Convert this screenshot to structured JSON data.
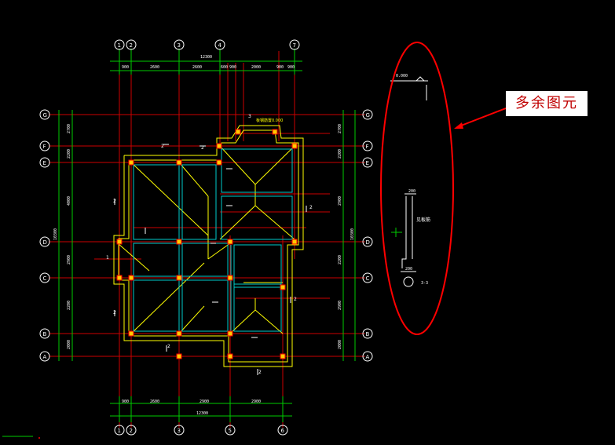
{
  "colors": {
    "axis": "#cc0000",
    "dim": "#00cc00",
    "wall": "#ffff00",
    "beam": "#00cccc",
    "slab": "#ffcc66",
    "annot": "#ff0000",
    "bg": "#000000"
  },
  "top_axes": [
    "1",
    "2",
    "3",
    "4",
    "7"
  ],
  "bottom_axes": [
    "1",
    "2",
    "3",
    "5",
    "6"
  ],
  "left_axes": [
    "G",
    "F",
    "E",
    "D",
    "C",
    "B",
    "A"
  ],
  "right_axes": [
    "G",
    "F",
    "E",
    "D",
    "C",
    "B",
    "A"
  ],
  "top_overall_dim": "12300",
  "top_segment_dims": [
    "900",
    "2600",
    "2600",
    "600",
    "900",
    "2000",
    "900",
    "900"
  ],
  "bottom_overall_dim": "12300",
  "bottom_segment_dims": [
    "900",
    "2600",
    "2900",
    "2900"
  ],
  "left_dims": [
    "2700",
    "2200",
    "4000",
    "2900",
    "2200",
    "2000"
  ],
  "left_overall_dim": "10300",
  "right_dims": [
    "2700",
    "2200",
    "2900",
    "2200",
    "2900",
    "2000"
  ],
  "right_overall_dim": "10300",
  "plan_labels": {
    "label_3": "3",
    "label_2": "2",
    "label_1": "1",
    "label_3b": "3",
    "roof_note": "板钢筋置0.000"
  },
  "right_detail": {
    "elev": "0.000",
    "dim_top": "200",
    "text": "见板筋",
    "dim_bottom": "200",
    "section": "3-3"
  },
  "callout_text": "多余图元"
}
